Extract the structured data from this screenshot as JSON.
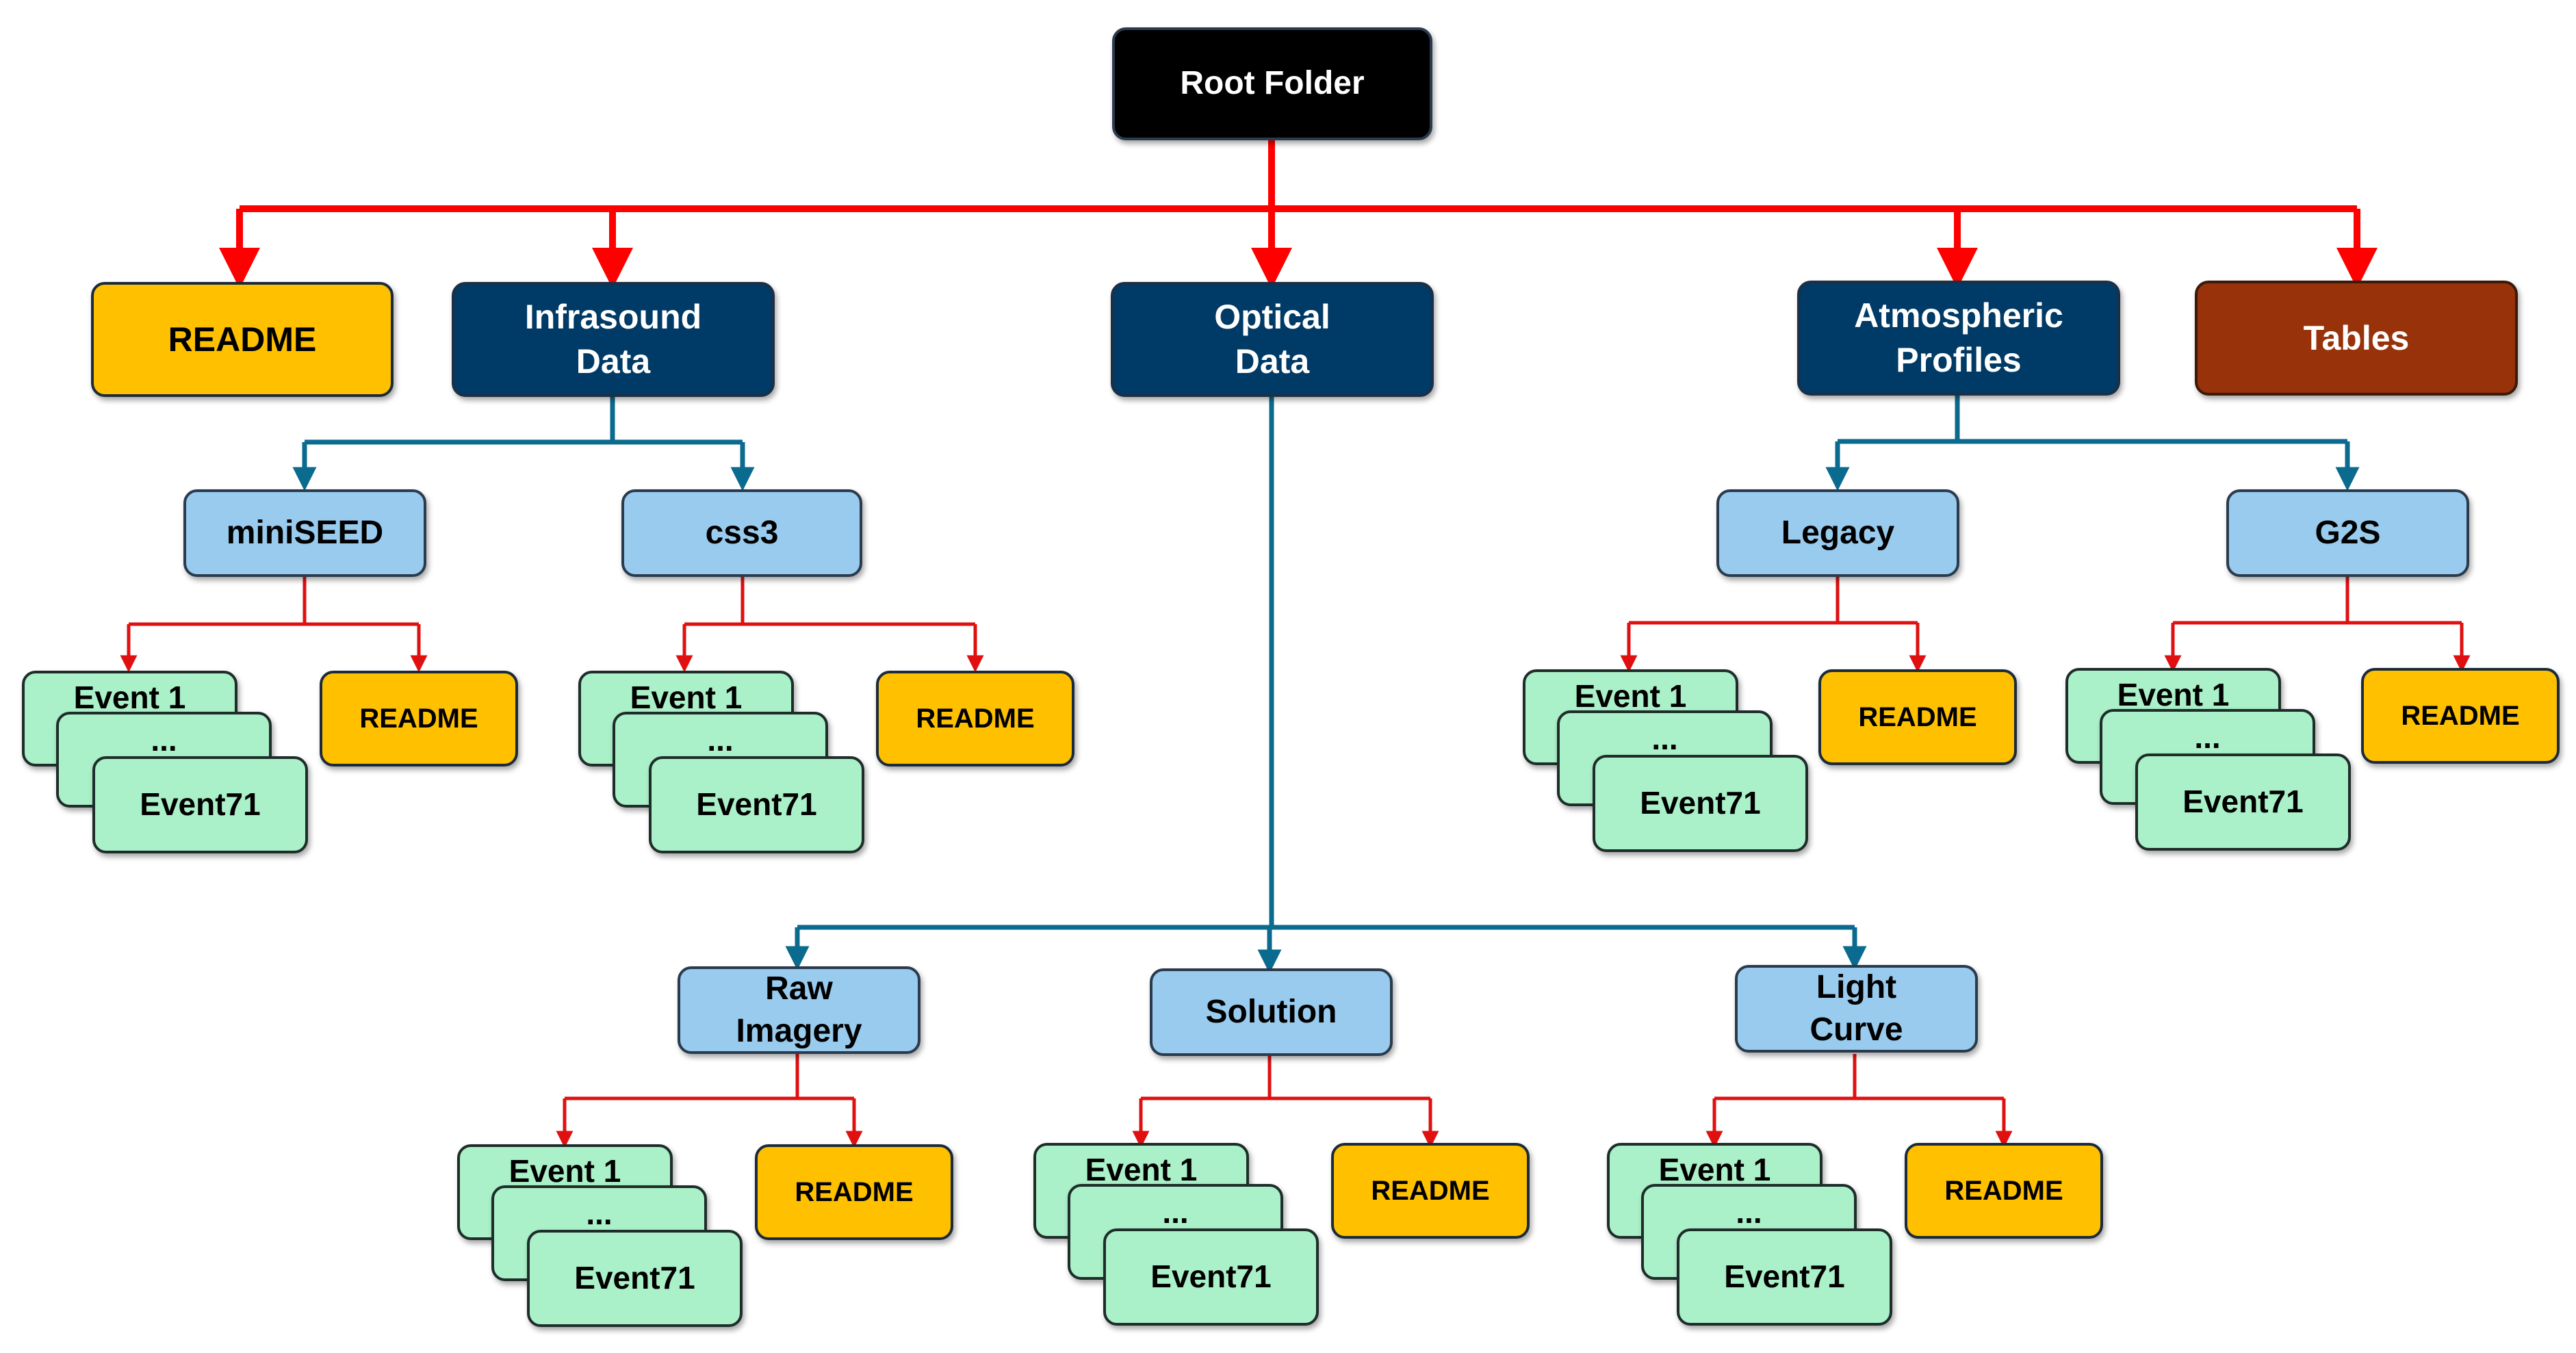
{
  "root": {
    "label": "Root Folder"
  },
  "top_level": {
    "readme": "README",
    "infrasound": "Infrasound\nData",
    "optical": "Optical\nData",
    "atmospheric": "Atmospheric\nProfiles",
    "tables": "Tables"
  },
  "subfolders": {
    "miniseed": "miniSEED",
    "css3": "css3",
    "legacy": "Legacy",
    "g2s": "G2S",
    "raw_imagery": "Raw\nImagery",
    "solution": "Solution",
    "light_curve": "Light\nCurve"
  },
  "event_stack": {
    "first": "Event 1",
    "ellipsis": "...",
    "last": "Event71"
  },
  "readme_label": "README",
  "colors": {
    "root": "#000000",
    "folder": "#003a66",
    "subfolder": "#98cbee",
    "readme": "#ffc000",
    "tables": "#98320a",
    "event": "#aaf0c8",
    "top_connector": "#ff0000",
    "folder_connector": "#0b6b8f",
    "leaf_connector": "#e01010"
  }
}
